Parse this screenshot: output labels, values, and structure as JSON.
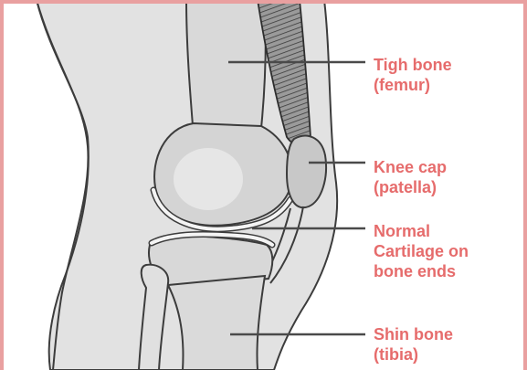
{
  "labels": {
    "femur": "Tigh bone\n(femur)",
    "patella": "Knee cap\n(patella)",
    "cartilage": "Normal\nCartilage on\nbone ends",
    "tibia": "Shin bone\n(tibia)"
  },
  "colors": {
    "border": "#e9a0a0",
    "label_text": "#e66c6c",
    "leader_line": "#4a4a4a"
  }
}
